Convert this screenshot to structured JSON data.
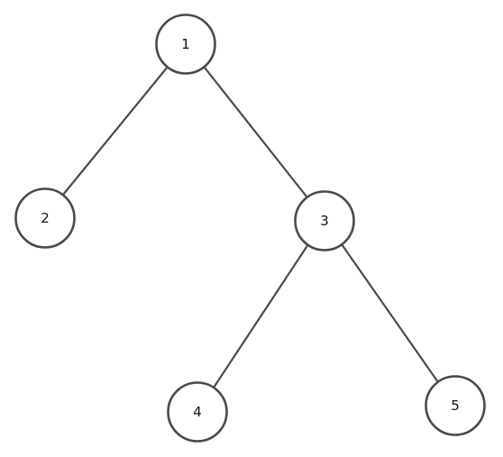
{
  "tree": {
    "nodes": [
      {
        "id": "n1",
        "label": "1"
      },
      {
        "id": "n2",
        "label": "2"
      },
      {
        "id": "n3",
        "label": "3"
      },
      {
        "id": "n4",
        "label": "4"
      },
      {
        "id": "n5",
        "label": "5"
      }
    ],
    "edges": [
      {
        "from": "n1",
        "to": "n2"
      },
      {
        "from": "n1",
        "to": "n3"
      },
      {
        "from": "n3",
        "to": "n4"
      },
      {
        "from": "n3",
        "to": "n5"
      }
    ]
  }
}
